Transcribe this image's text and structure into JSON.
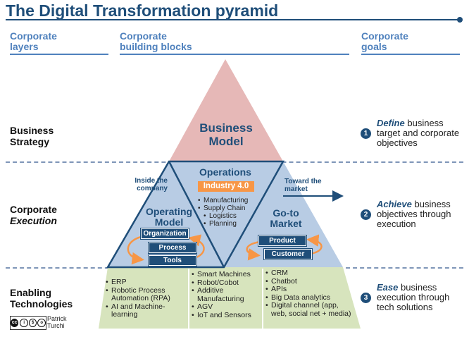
{
  "title": "The Digital Transformation pyramid",
  "columns": {
    "layers": [
      "Corporate",
      "layers"
    ],
    "blocks": [
      "Corporate",
      "building blocks"
    ],
    "goals": [
      "Corporate",
      "goals"
    ]
  },
  "layers": {
    "strategy": [
      "Business",
      "Strategy"
    ],
    "execution": [
      "Corporate",
      "Execution"
    ],
    "enabling": [
      "Enabling",
      "Technologies"
    ]
  },
  "pyramid": {
    "business_model": [
      "Business",
      "Model"
    ],
    "operations": "Operations",
    "industry": "Industry 4.0",
    "ops_items": [
      "Manufacturing",
      "Supply Chain",
      "Logistics",
      "Planning"
    ],
    "operating_model": [
      "Operating",
      "Model"
    ],
    "go_to_market": [
      "Go-to",
      "Market"
    ],
    "inside": [
      "Inside the",
      "company"
    ],
    "toward": [
      "Toward the",
      "market"
    ],
    "op_blocks": [
      "Organization",
      "Process",
      "Tools"
    ],
    "gtm_blocks": [
      "Product",
      "Customer"
    ]
  },
  "tech": {
    "left": [
      "ERP",
      "Robotic Process Automation (RPA)",
      "AI and Machine-learning"
    ],
    "middle": [
      "Smart Machines",
      "Robot/Cobot",
      "Additive Manufacturing",
      "AGV",
      "IoT and Sensors"
    ],
    "right": [
      "CRM",
      "Chatbot",
      "APIs",
      "Big Data analytics",
      "Digital channel (app, web, social net + media)"
    ]
  },
  "goals": [
    {
      "num": "1",
      "verb": "Define",
      "rest": "business target and corporate objectives"
    },
    {
      "num": "2",
      "verb": "Achieve",
      "rest": "business objectives through execution"
    },
    {
      "num": "3",
      "verb": "Ease",
      "rest": "business execution through tech solutions"
    }
  ],
  "credit": {
    "license": "cc by nc sa",
    "author": [
      "Patrick",
      "Turchi"
    ]
  },
  "colors": {
    "navy": "#1f4e79",
    "blue": "#4f81bd",
    "pink": "#e6b8b7",
    "lightblue": "#b8cce4",
    "green": "#d7e4bd",
    "orange": "#f79646"
  }
}
